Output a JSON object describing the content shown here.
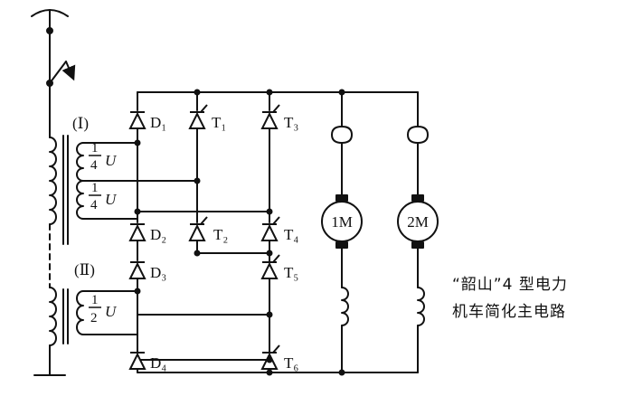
{
  "labels": {
    "section_1": "(Ⅰ)",
    "section_2": "(Ⅱ)",
    "d1": "D₁",
    "d2": "D₂",
    "d3": "D₃",
    "d4": "D₄",
    "t1": "T₁",
    "t2": "T₂",
    "t3": "T₃",
    "t4": "T₄",
    "t5": "T₅",
    "t6": "T₆",
    "motor_1": "1M",
    "motor_2": "2M",
    "winding_1_num": "1",
    "winding_1_den": "4",
    "winding_1_var": "U",
    "winding_2_num": "1",
    "winding_2_den": "4",
    "winding_2_var": "U",
    "winding_3_num": "1",
    "winding_3_den": "2",
    "winding_3_var": "U"
  },
  "caption": {
    "line1": "“韶山”4 型电力",
    "line2": "机车简化主电路"
  }
}
